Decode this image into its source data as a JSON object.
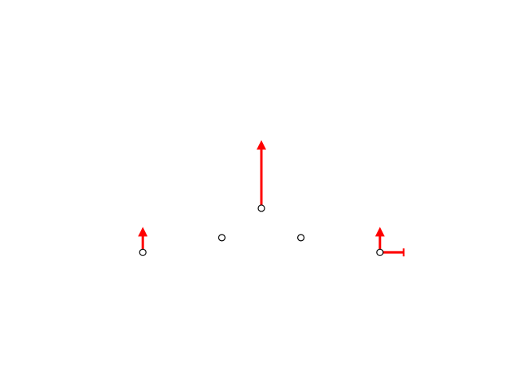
{
  "colors": {
    "background": "#ffffff",
    "vector": "#ff0000",
    "point_stroke": "#000000"
  },
  "chart_data": {
    "type": "scatter",
    "title": "",
    "xlabel": "",
    "ylabel": "",
    "axes_visible": false,
    "grid": false,
    "xlim": [
      0,
      10
    ],
    "ylim": [
      0,
      10
    ],
    "points": [
      {
        "id": "p1",
        "x": 2.0,
        "y": 3.0
      },
      {
        "id": "p2",
        "x": 4.0,
        "y": 3.5
      },
      {
        "id": "p3",
        "x": 5.0,
        "y": 4.5
      },
      {
        "id": "p4",
        "x": 6.0,
        "y": 3.5
      },
      {
        "id": "p5",
        "x": 8.0,
        "y": 3.0
      }
    ],
    "vectors": [
      {
        "from": "p1",
        "dx": 0.0,
        "dy": 0.75,
        "style": "arrow"
      },
      {
        "from": "p3",
        "dx": 0.0,
        "dy": 2.2,
        "style": "arrow"
      },
      {
        "from": "p5",
        "dx": 0.0,
        "dy": 0.75,
        "style": "arrow"
      },
      {
        "from": "p5",
        "dx": 0.6,
        "dy": 0.0,
        "style": "bar"
      }
    ]
  }
}
